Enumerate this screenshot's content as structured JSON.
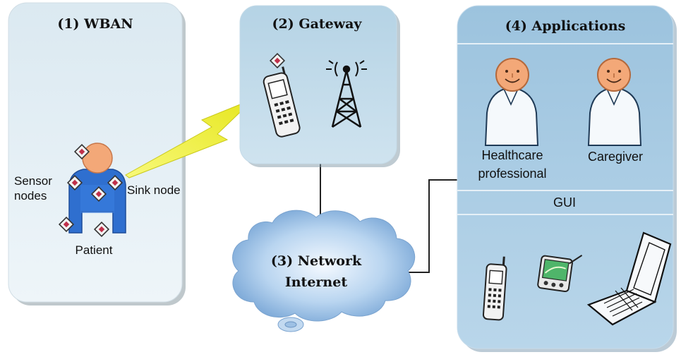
{
  "panels": {
    "wban": {
      "title": "(1) WBAN",
      "sensor_label_line1": "Sensor",
      "sensor_label_line2": "nodes",
      "sink_label": "Sink node",
      "patient_label": "Patient"
    },
    "gateway": {
      "title": "(2) Gateway"
    },
    "network": {
      "title_line1": "(3) Network",
      "title_line2": "Internet"
    },
    "applications": {
      "title": "(4) Applications",
      "person1_line1": "Healthcare",
      "person1_line2": "professional",
      "person2": "Caregiver",
      "gui_label": "GUI"
    }
  },
  "colors": {
    "wban_panel": "#e3eef4",
    "gateway_panel": "#bcd7e6",
    "app_panel": "#a8cbe2",
    "cloud": "#8ab6de",
    "lightning": "#f4f23a",
    "face": "#f3a878",
    "body": "#2f6fcf"
  },
  "icons": [
    "phone-icon",
    "antenna-tower-icon",
    "sensor-node-icon",
    "pda-icon",
    "laptop-icon",
    "person-icon"
  ]
}
